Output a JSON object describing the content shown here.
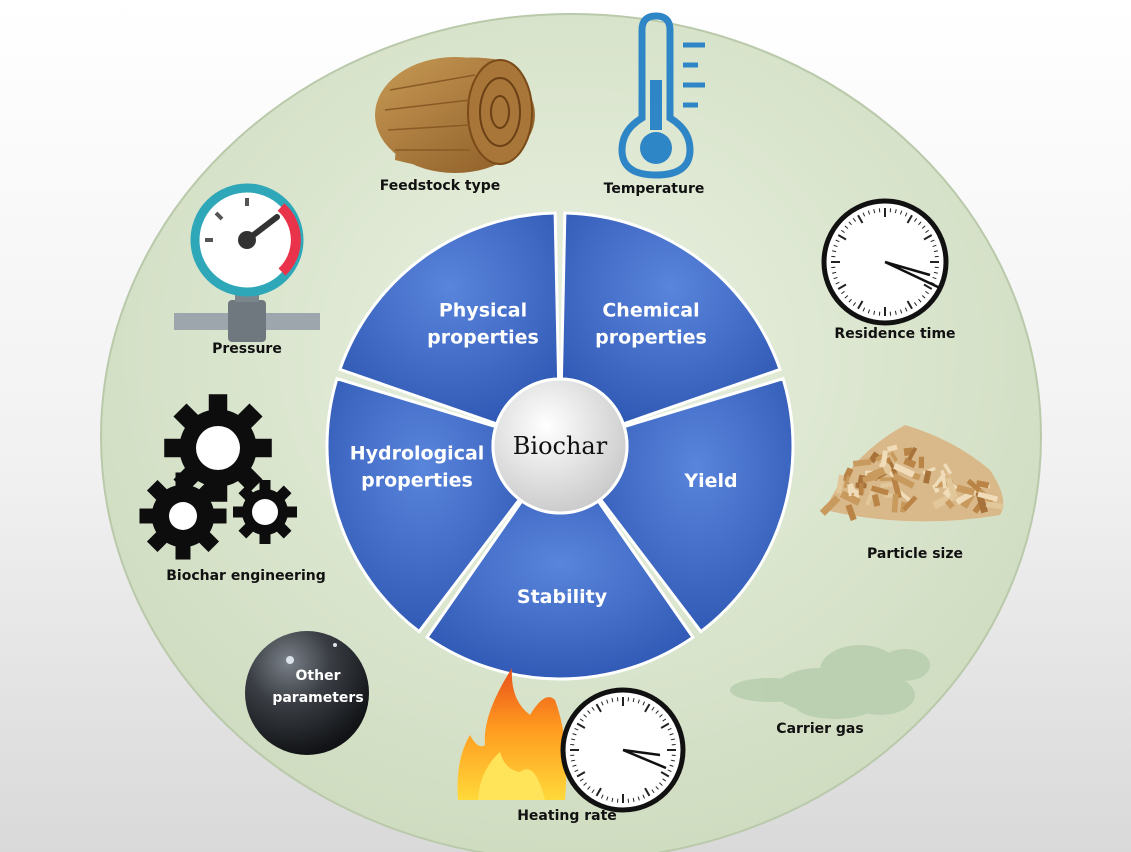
{
  "center": {
    "label": "Biochar"
  },
  "segments": [
    {
      "lines": [
        "Physical",
        "properties"
      ]
    },
    {
      "lines": [
        "Chemical",
        "properties"
      ]
    },
    {
      "lines": [
        "Yield"
      ]
    },
    {
      "lines": [
        "Stability"
      ]
    },
    {
      "lines": [
        "Hydrological",
        "properties"
      ]
    }
  ],
  "factors": {
    "feedstock": "Feedstock type",
    "temperature": "Temperature",
    "residence_time": "Residence time",
    "particle_size": "Particle size",
    "carrier_gas": "Carrier gas",
    "heating_rate": "Heating rate",
    "other": [
      "Other",
      "parameters"
    ],
    "engineering": "Biochar engineering",
    "pressure": "Pressure"
  },
  "icons": {
    "feedstock": "hay-bale-icon",
    "temperature": "thermometer-icon",
    "residence_time": "clock-icon",
    "particle_size": "wood-chips-icon",
    "carrier_gas": "smoke-cloud-icon",
    "heating_rate": "flame-clock-icon",
    "other": "sphere-icon",
    "engineering": "gears-icon",
    "pressure": "pressure-gauge-icon"
  },
  "colors": {
    "outer_disc": "#d9e6cc",
    "segment_blue": "#3f69c6",
    "center_grey": "#e4e4e4"
  }
}
